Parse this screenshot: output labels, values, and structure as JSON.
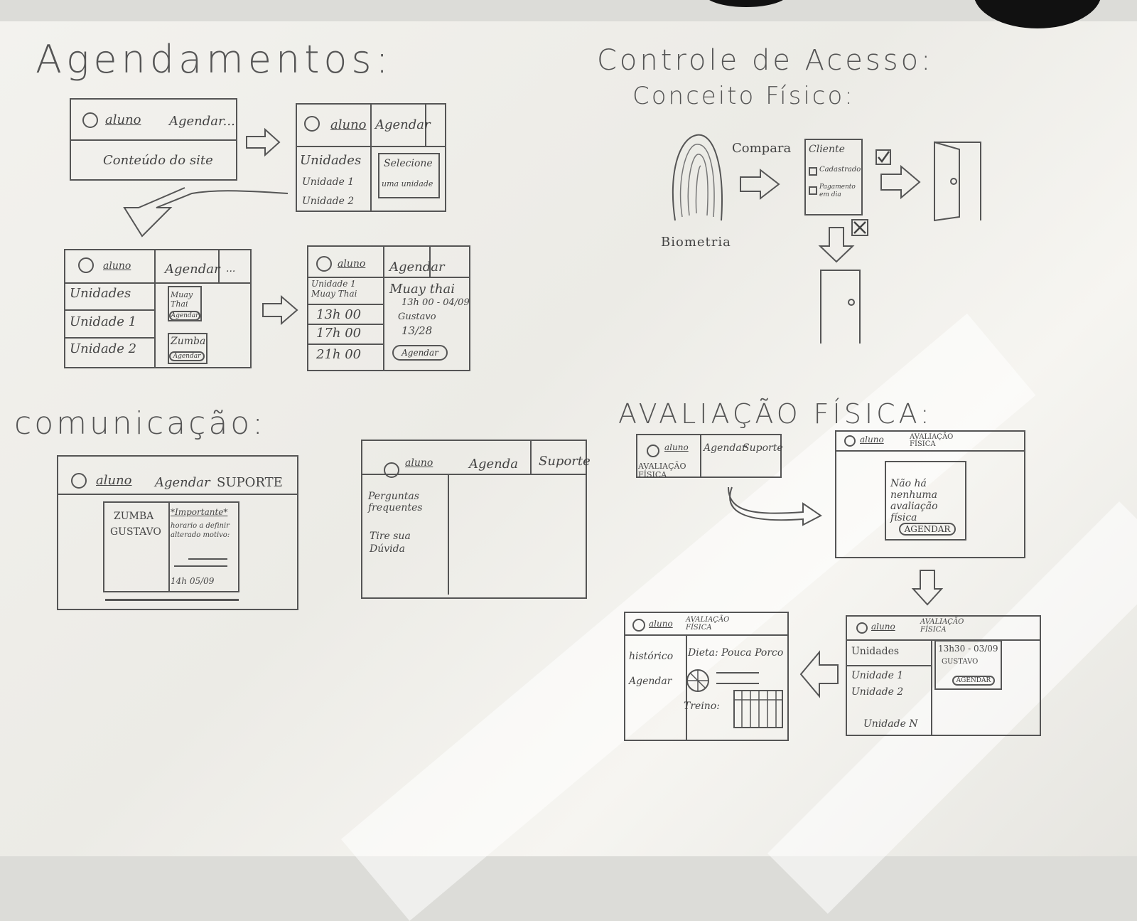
{
  "sections": {
    "agendamentos": "Agendamentos:",
    "controle": "Controle de Acesso:",
    "conceito": "Conceito Físico:",
    "comunicacao": "comunicação:",
    "avaliacao": "AVALIAÇÃO FÍSICA:"
  },
  "common": {
    "aluno": "aluno",
    "agendar": "Agendar",
    "agendar_ellipsis": "Agendar...",
    "suporte": "Suporte",
    "agenda": "Agenda",
    "ellipsis": "..."
  },
  "agend": {
    "conteudo": "Conteúdo do site",
    "unidades": "Unidades",
    "unidade1": "Unidade 1",
    "unidade2": "Unidade 2",
    "selecione": "Selecione",
    "uma_unidade": "uma unidade",
    "muay_thai": "Muay Thai",
    "zumba": "Zumba",
    "agendar_btn": "Agendar",
    "u1_muay": "Unidade 1 Muay Thai",
    "h13": "13h 00",
    "h17": "17h 00",
    "h21": "21h 00",
    "detail_title": "Muay thai",
    "detail_time": "13h 00 - 04/09",
    "detail_prof": "Gustavo",
    "detail_count": "13/28"
  },
  "acesso": {
    "biometria": "Biometria",
    "compara": "Compara",
    "cliente": "Cliente",
    "cadastrado": "Cadastrado",
    "pagamento": "Pagamento em dia"
  },
  "com": {
    "suporte_caps": "SUPORTE",
    "zumba": "ZUMBA",
    "gustavo": "GUSTAVO",
    "importante": "*Importante*",
    "aviso": "horario a definir alterado motivo:",
    "rodape": "14h 05/09",
    "perguntas": "Perguntas frequentes",
    "tire_duvida": "Tire sua Dúvida"
  },
  "aval": {
    "avaliacao_fisica": "AVALIAÇÃO FÍSICA",
    "nao_ha": "Não há nenhuma avaliação física",
    "agendar_caps": "AGENDAR",
    "unidades": "Unidades",
    "unidade1": "Unidade 1",
    "unidade2": "Unidade 2",
    "unidaden": "Unidade N",
    "slot_time": "13h30 - 03/09",
    "slot_prof": "GUSTAVO",
    "historico": "histórico",
    "agendar": "Agendar",
    "dieta": "Dieta: Pouca Porco",
    "treino": "Treino:"
  }
}
